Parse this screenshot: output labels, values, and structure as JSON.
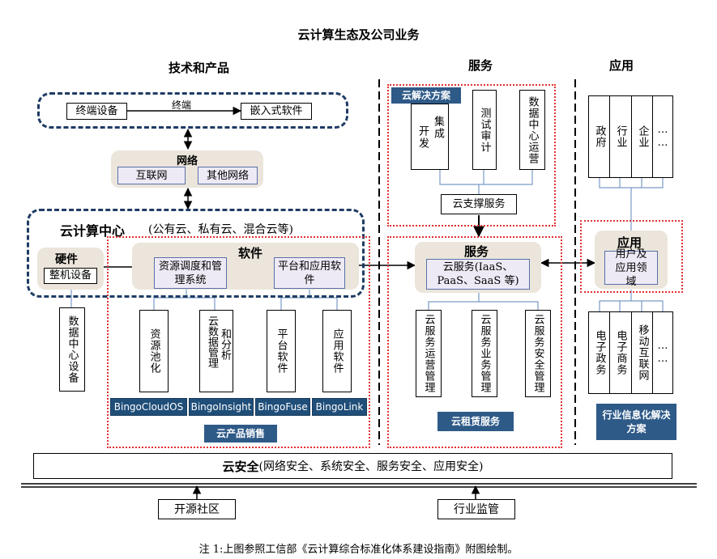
{
  "title": "云计算生态及公司业务",
  "columns": {
    "tech": "技术和产品",
    "service": "服务",
    "app": "应用"
  },
  "terminal": {
    "device": "终端设备",
    "edge": "终端",
    "embedded": "嵌入式软件"
  },
  "network": {
    "title": "网络",
    "internet": "互联网",
    "other": "其他网络"
  },
  "cloud_center": {
    "title": "云计算中心",
    "subtitle": "(公有云、私有云、混合云等)"
  },
  "hardware": {
    "title": "硬件",
    "machine": "整机设备",
    "dc_equipment": "数据中心设备"
  },
  "software": {
    "title": "软件",
    "scheduling": "资源调度和管理系统",
    "platform": "平台和应用软件",
    "items": [
      "资源池化",
      "云数据管理",
      "和分析",
      "平台软件",
      "应用软件"
    ]
  },
  "products": [
    "BingoCloudOS",
    "BingoInsight",
    "BingoFuse",
    "BingoLink"
  ],
  "product_sales": "云产品销售",
  "solutions": {
    "title": "云解决方案",
    "items": [
      "开发",
      "集成",
      "测试审计",
      "数据中心运营"
    ],
    "support": "云支撑服务"
  },
  "services": {
    "title": "服务",
    "cloud_service": "云服务(IaaS、PaaS、SaaS 等)",
    "items": [
      "云服务运营管理",
      "云服务业务管理",
      "云服务安全管理"
    ],
    "rental": "云租赁服务"
  },
  "apps": {
    "top": [
      "政府",
      "行业",
      "企业",
      "……"
    ],
    "title": "应用",
    "user": "用户及应用领域",
    "bottom": [
      "电子政务",
      "电子商务",
      "移动互联网",
      "……"
    ],
    "industry_solution": "行业信息化解决方案"
  },
  "security": {
    "title": "云安全",
    "detail": "(网络安全、系统安全、服务安全、应用安全)"
  },
  "bottom": {
    "open_source": "开源社区",
    "regulation": "行业监管"
  },
  "note": "注 1:上图参照工信部《云计算综合标准化体系建设指南》附图绘制。"
}
